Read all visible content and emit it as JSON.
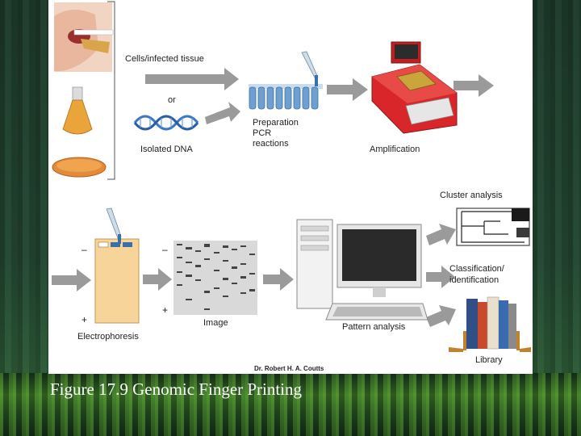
{
  "diagram": {
    "labels": {
      "cells_tissue": "Cells/infected tissue",
      "or": "or",
      "isolated_dna": "Isolated DNA",
      "preparation": "Preparation",
      "pcr": "PCR",
      "reactions": "reactions",
      "amplification": "Amplification",
      "cluster_analysis": "Cluster analysis",
      "classification": "Classification/",
      "identification": "identification",
      "electrophoresis": "Electrophoresis",
      "image": "Image",
      "pattern_analysis": "Pattern analysis",
      "library": "Library",
      "minus_gel": "–",
      "plus_gel": "+",
      "minus_image": "–",
      "plus_image": "+",
      "credit": "Dr. Robert H. A. Coutts"
    }
  },
  "caption": "Figure 17.9 Genomic Finger Printing",
  "colors": {
    "arrow": "#9a9a9a",
    "dna": "#3b78c4",
    "tubes": "#6e9fd0",
    "thermocycler": "#d8262a",
    "gel": "#f6d49a",
    "caption_text": "#ffffff"
  }
}
